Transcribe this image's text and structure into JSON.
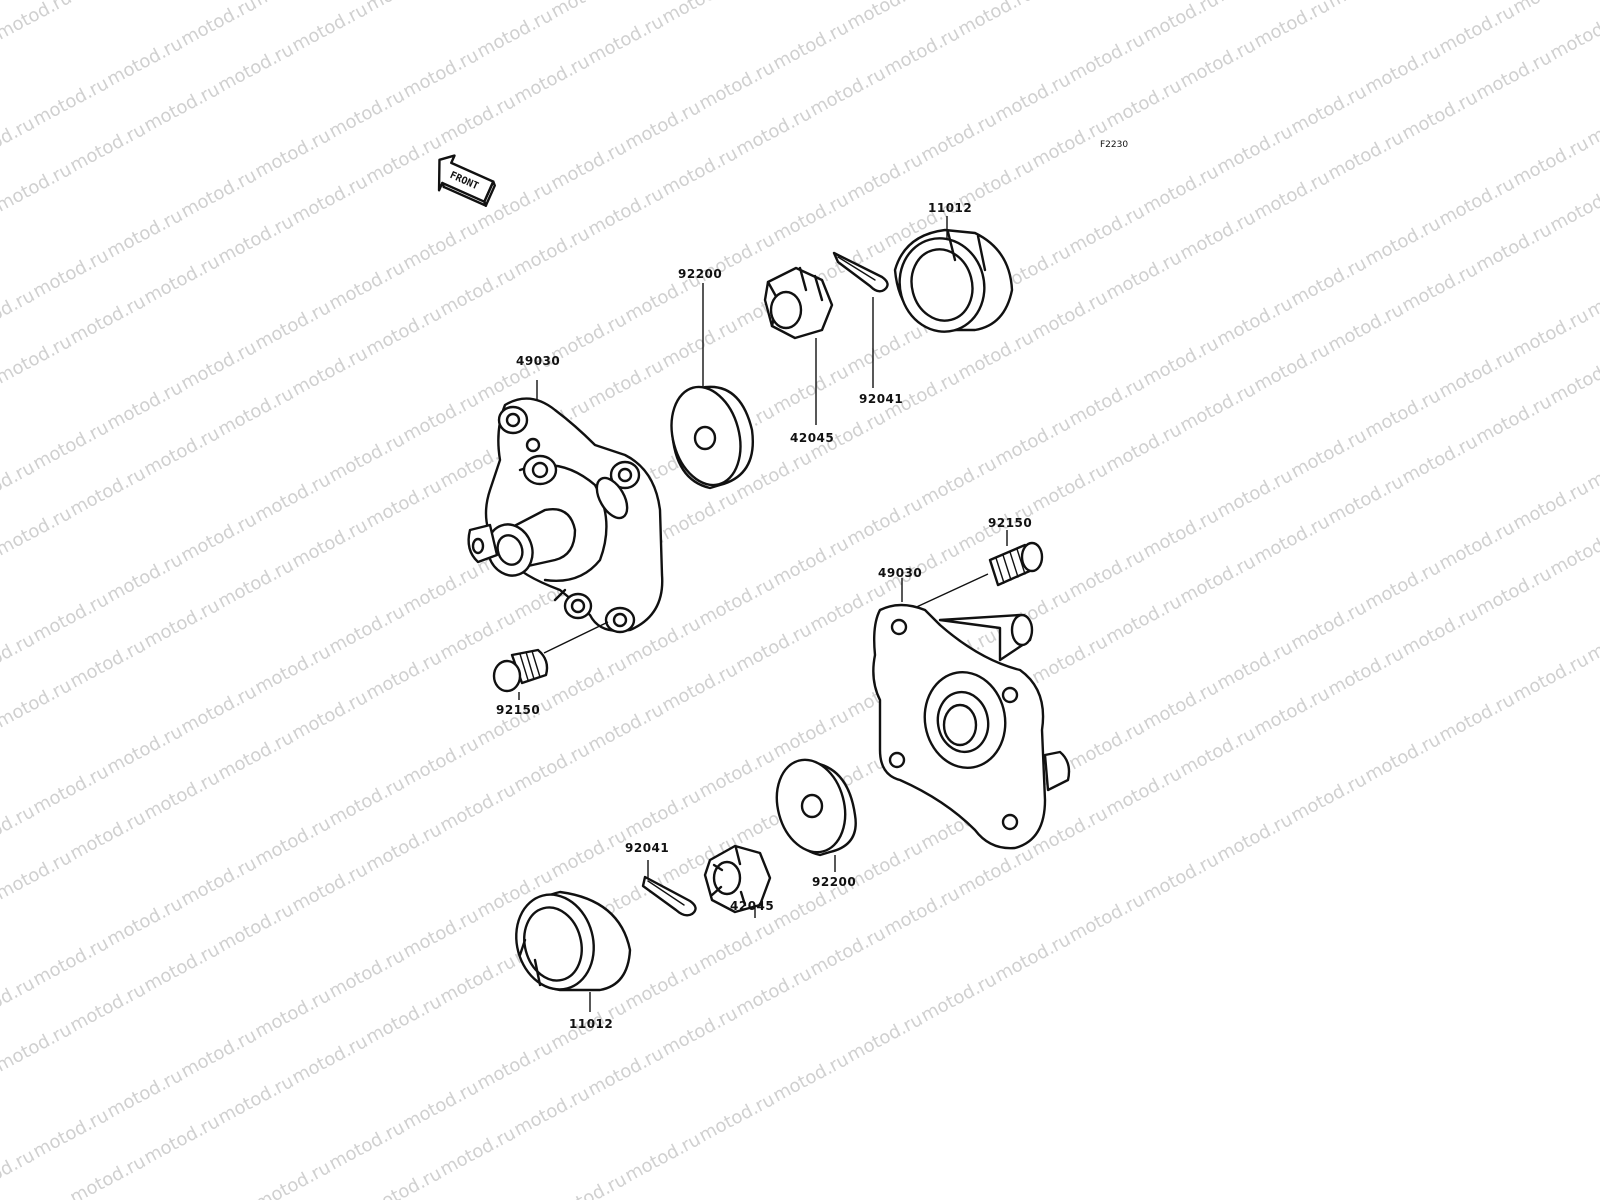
{
  "watermark": {
    "text": "motod.ru"
  },
  "diagram_code": "F2230",
  "front_arrow": {
    "text": "FRONT"
  },
  "labels": {
    "cap_top": "11012",
    "hub_left": "49030",
    "washer_top": "92200",
    "nut_top": "42045",
    "pin_top": "92041",
    "bolt_left": "92150",
    "bolt_right": "92150",
    "hub_right": "49030",
    "washer_bottom": "92200",
    "nut_bottom": "42045",
    "pin_bottom": "92041",
    "cap_bottom": "11012"
  }
}
